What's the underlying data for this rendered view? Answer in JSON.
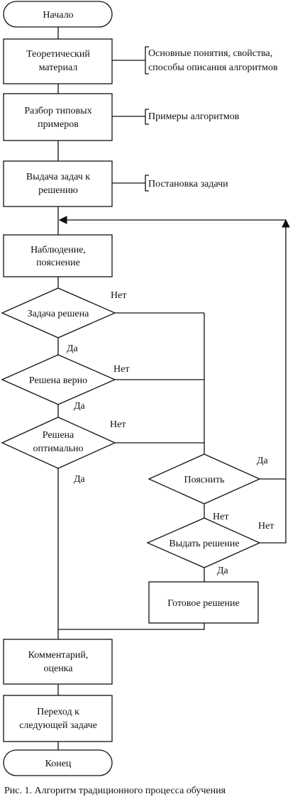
{
  "nodes": {
    "start": "Начало",
    "theory": [
      "Теоретический",
      "материал"
    ],
    "examples": [
      "Разбор типовых",
      "примеров"
    ],
    "tasks": [
      "Выдача задач к",
      "решению"
    ],
    "observe": [
      "Наблюдение,",
      "пояснение"
    ],
    "solved": "Задача решена",
    "correct": "Решена верно",
    "optimal": [
      "Решена",
      "оптимально"
    ],
    "explain": "Пояснить",
    "give_solution": "Выдать решение",
    "ready": "Готовое решение",
    "comment": [
      "Комментарий,",
      "оценка"
    ],
    "next": [
      "Переход к",
      "следующей задаче"
    ],
    "end": "Конец"
  },
  "notes": {
    "theory": [
      "Основные понятия, свойства,",
      "способы описания алгоритмов"
    ],
    "examples": "Примеры алгоритмов",
    "tasks": "Постановка задачи"
  },
  "edge_labels": {
    "no_solved": "Нет",
    "yes_solved": "Да",
    "no_correct": "Нет",
    "yes_correct": "Да",
    "no_optimal": "Нет",
    "yes_optimal": "Да",
    "yes_explain": "Да",
    "no_explain": "Нет",
    "no_give": "Нет",
    "yes_give": "Да"
  },
  "caption": "Рис. 1. Алгоритм традиционного процесса обучения"
}
